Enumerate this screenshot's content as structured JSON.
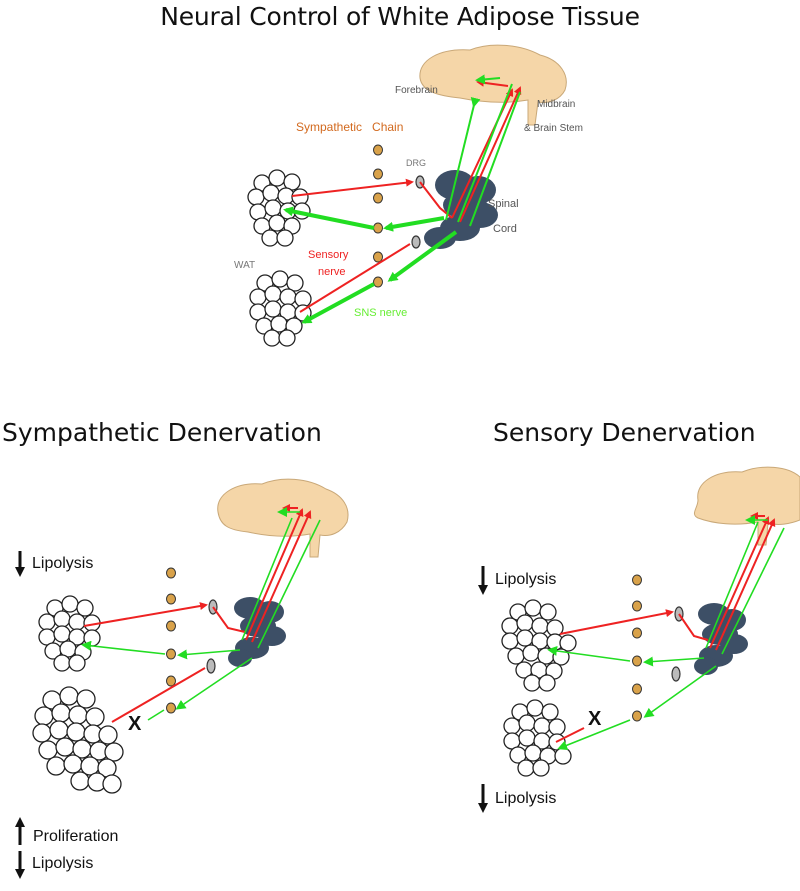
{
  "titles": {
    "main": "Neural Control of White Adipose Tissue",
    "left": "Sympathetic Denervation",
    "right": "Sensory Denervation"
  },
  "labels": {
    "forebrain": "Forebrain",
    "midbrain": "Midbrain",
    "brain_stem": "& Brain Stem",
    "sympathetic_chain": "Sympathetic   Chain",
    "drg": "DRG",
    "spinal": "Spinal",
    "cord": "Cord",
    "wat": "WAT",
    "sensory": "Sensory",
    "nerve": "nerve",
    "sns_nerve": "SNS nerve",
    "lipolysis": "Lipolysis",
    "proliferation": "Proliferation",
    "cut": "X"
  },
  "colors": {
    "sensory": "#ee2222",
    "sns": "#22dd22",
    "brain": "#f5d6a8",
    "cord": "#3d4f66",
    "ganglion": "#d9a24a",
    "chain_text": "#d2691e",
    "sns_text": "#66ee33"
  }
}
